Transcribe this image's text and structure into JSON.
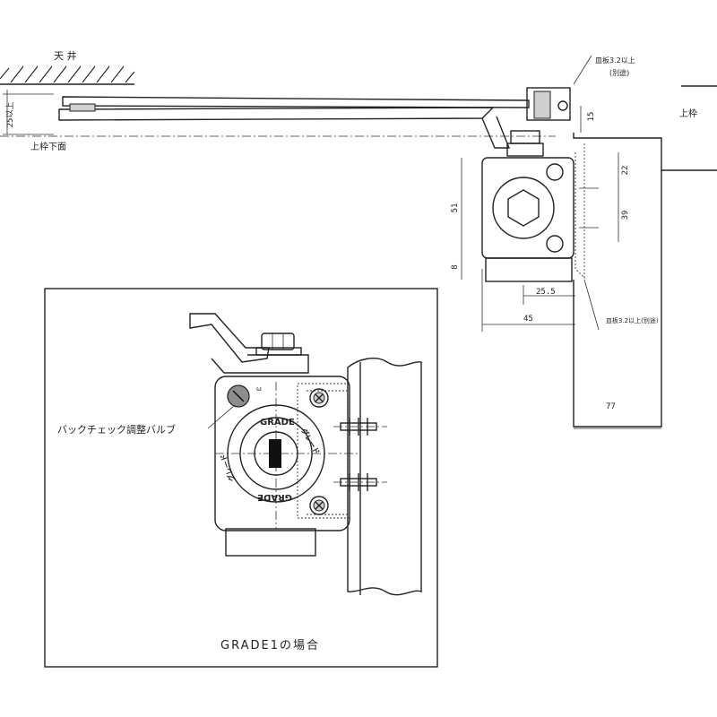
{
  "top_view": {
    "ceiling_label": "天 井",
    "lower_face_label": "上枠下面",
    "top_frame_label": "上枠",
    "dim_25": "25以上",
    "dim_15": "15",
    "dim_22": "22",
    "dim_39": "39",
    "dim_51": "51",
    "dim_8": "8",
    "dim_25_5": "25.5",
    "dim_45": "45",
    "dim_77": "77",
    "note_top_a": "皿板3.2以上",
    "note_top_b": "(別途)",
    "note_side": "皿板3.2以上(別途)"
  },
  "detail_view": {
    "back_check_label": "バックチェック調整バルブ",
    "grade_ring_a": "GRADE",
    "grade_ring_b": "グレード",
    "grade_ring_c": "GRADE",
    "grade_ring_d": "グレード",
    "caption": "GRADE1の場合",
    "marker": "ω"
  }
}
